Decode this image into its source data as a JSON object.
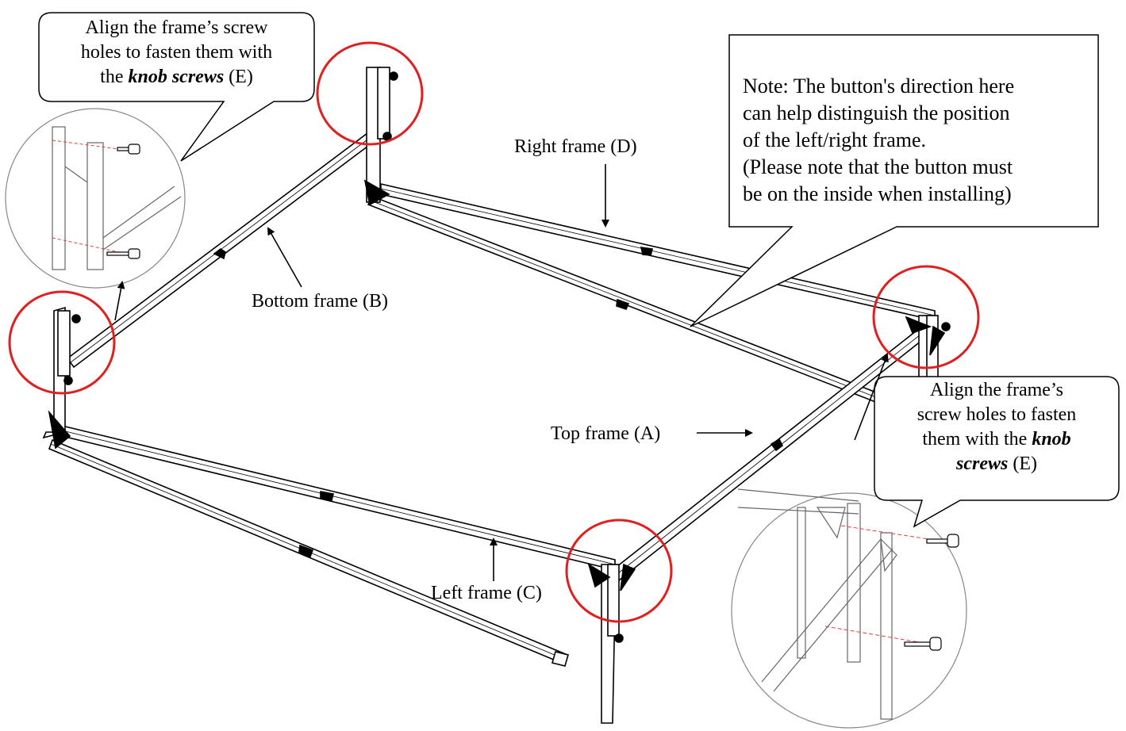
{
  "labels": {
    "right_frame": "Right frame (D)",
    "bottom_frame": "Bottom frame (B)",
    "top_frame": "Top frame (A)",
    "left_frame": "Left frame (C)"
  },
  "callout_top_left": {
    "line1": "Align the frame’s screw",
    "line2": "holes to fasten them with",
    "line3_pre": "the ",
    "line3_emph": "knob screws",
    "line3_post": " (E)"
  },
  "callout_bottom_right": {
    "line1": "Align the frame’s",
    "line2": "screw holes to fasten",
    "line3_pre": "them with the ",
    "line3_emph": "knob",
    "line4_emph": "screws",
    "line4_post": " (E)"
  },
  "note": {
    "line1": "Note: The button's direction here",
    "line2": "can help distinguish the position",
    "line3": "of the left/right frame.",
    "line4": "(Please note that the button must",
    "line5": "be on the inside when installing)"
  },
  "colors": {
    "highlight_circle": "#e02020",
    "line": "#000000",
    "detail_line": "#555555",
    "screw_hole_dash": "#e04040"
  }
}
